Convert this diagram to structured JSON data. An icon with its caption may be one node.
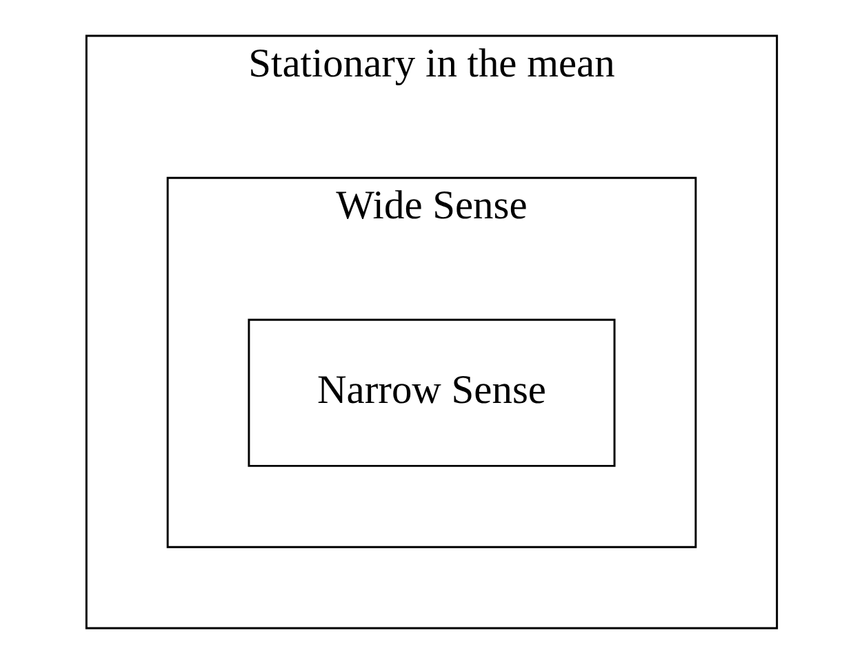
{
  "diagram": {
    "nodes": [
      {
        "text": [
          "Stationary in the mean"
        ]
      },
      {
        "text": [
          "Wide Sense"
        ],
        "in": 0
      },
      {
        "text": [
          "Narrow Sense"
        ],
        "in": 1
      }
    ]
  }
}
